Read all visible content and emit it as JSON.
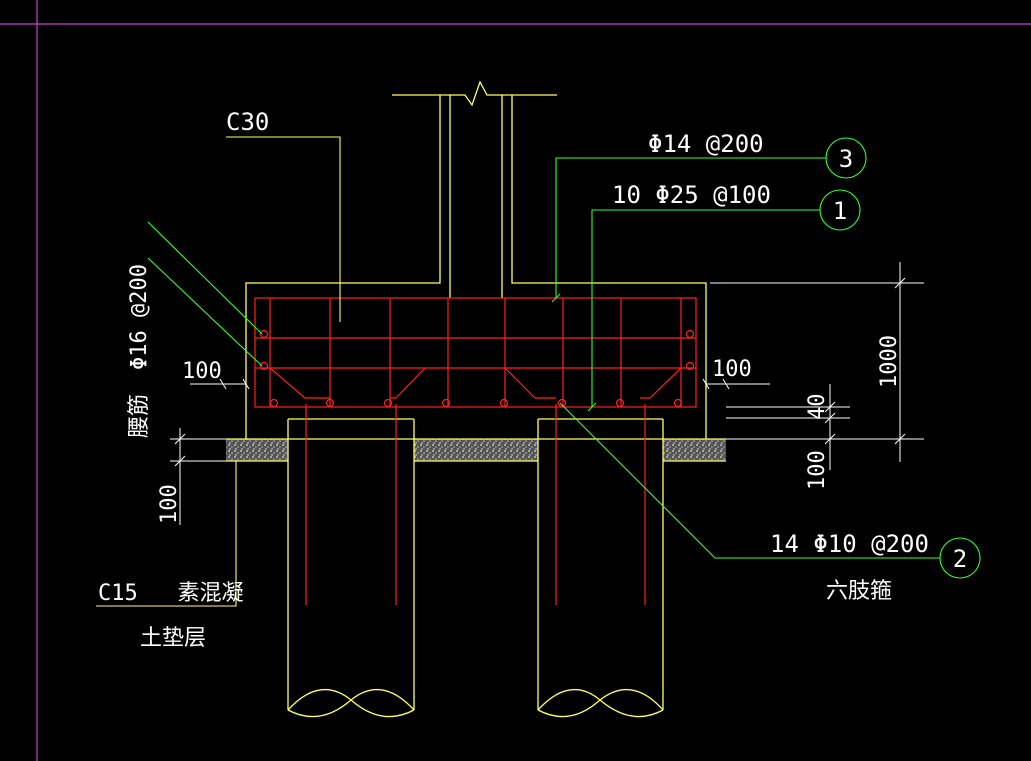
{
  "colors": {
    "background": "#000000",
    "concrete": "#ffff66",
    "rebar": "#ff2020",
    "leader": "#33ff33",
    "text": "#ffffff",
    "frame": "#cc44cc",
    "cushion": "#bbbbbb"
  },
  "labels": {
    "concrete_grade": "C30",
    "rebar_3_spec": "Φ14 @200",
    "rebar_1_spec": "10 Φ25 @100",
    "rebar_2_spec": "14 Φ10 @200",
    "rebar_2_note": "六肢箍",
    "waist_rebar_spec": "Φ16 @200",
    "waist_rebar_name": "腰筋",
    "cushion_concrete": "C15   素混凝",
    "cushion_layer": "土垫层",
    "callout_1": "1",
    "callout_2": "2",
    "callout_3": "3"
  },
  "dimensions": {
    "left_cover": "100",
    "right_cover": "100",
    "cap_height": "1000",
    "bottom_cover": "40",
    "cushion_thickness_right": "100",
    "cushion_thickness_left": "100"
  }
}
